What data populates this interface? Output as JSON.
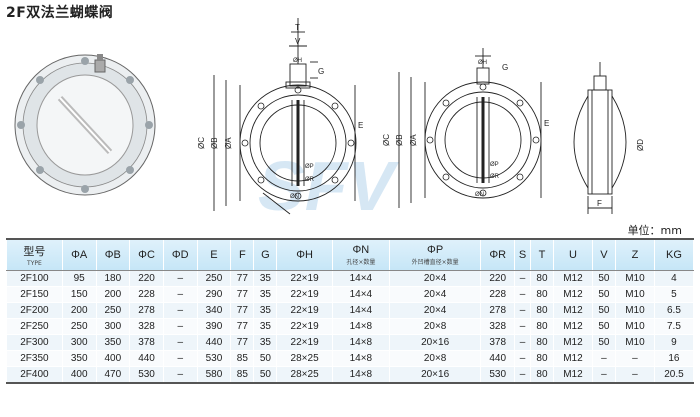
{
  "title": "2F双法兰蝴蝶阀",
  "watermark": "SFV",
  "unit": "单位：mm",
  "drawing_labels": {
    "t": "T",
    "v": "V",
    "phi_h": "ØH",
    "g": "G",
    "phi_c": "ØC",
    "phi_b": "ØB",
    "phi_a": "ØA",
    "e": "E",
    "phi_p": "ØP",
    "phi_r": "ØR",
    "phi_n": "ØN",
    "phi_d": "ØD",
    "f": "F"
  },
  "table": {
    "headers": [
      {
        "main": "型号",
        "sub": "TYPE"
      },
      {
        "main": "ΦA"
      },
      {
        "main": "ΦB"
      },
      {
        "main": "ΦC"
      },
      {
        "main": "ΦD"
      },
      {
        "main": "E"
      },
      {
        "main": "F"
      },
      {
        "main": "G"
      },
      {
        "main": "ΦH"
      },
      {
        "main": "ΦN",
        "sub": "孔径×数量"
      },
      {
        "main": "ΦP",
        "sub": "外凹槽直径×数量"
      },
      {
        "main": "ΦR"
      },
      {
        "main": "S"
      },
      {
        "main": "T"
      },
      {
        "main": "U"
      },
      {
        "main": "V"
      },
      {
        "main": "Z"
      },
      {
        "main": "KG"
      }
    ],
    "rows": [
      [
        "2F100",
        "95",
        "180",
        "220",
        "–",
        "250",
        "77",
        "35",
        "22×19",
        "14×4",
        "20×4",
        "220",
        "–",
        "80",
        "M12",
        "50",
        "M10",
        "4"
      ],
      [
        "2F150",
        "150",
        "200",
        "228",
        "–",
        "290",
        "77",
        "35",
        "22×19",
        "14×4",
        "20×4",
        "228",
        "–",
        "80",
        "M12",
        "50",
        "M10",
        "5"
      ],
      [
        "2F200",
        "200",
        "250",
        "278",
        "–",
        "340",
        "77",
        "35",
        "22×19",
        "14×4",
        "20×4",
        "278",
        "–",
        "80",
        "M12",
        "50",
        "M10",
        "6.5"
      ],
      [
        "2F250",
        "250",
        "300",
        "328",
        "–",
        "390",
        "77",
        "35",
        "22×19",
        "14×8",
        "20×8",
        "328",
        "–",
        "80",
        "M12",
        "50",
        "M10",
        "7.5"
      ],
      [
        "2F300",
        "300",
        "350",
        "378",
        "–",
        "440",
        "77",
        "35",
        "22×19",
        "14×8",
        "20×16",
        "378",
        "–",
        "80",
        "M12",
        "50",
        "M10",
        "9"
      ],
      [
        "2F350",
        "350",
        "400",
        "440",
        "–",
        "530",
        "85",
        "50",
        "28×25",
        "14×8",
        "20×8",
        "440",
        "–",
        "80",
        "M12",
        "–",
        "–",
        "16"
      ],
      [
        "2F400",
        "400",
        "470",
        "530",
        "–",
        "580",
        "85",
        "50",
        "28×25",
        "14×8",
        "20×16",
        "530",
        "–",
        "80",
        "M12",
        "–",
        "–",
        "20.5"
      ]
    ]
  },
  "colors": {
    "header_bg": "#cfe9f7",
    "line": "#222222",
    "watermark": "#cfe3f3"
  }
}
